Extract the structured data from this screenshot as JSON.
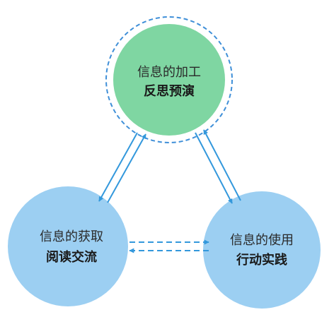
{
  "diagram": {
    "colors": {
      "top_fill": "#7fd6a2",
      "bottom_fill": "#9ccff2",
      "arrow": "#3398dc",
      "dashed_ring": "#3f8fd8",
      "text": "#2a2a2a"
    },
    "nodes": [
      {
        "id": "processing",
        "line1": "信息的加工",
        "line2": "反思预演"
      },
      {
        "id": "acquisition",
        "line1": "信息的获取",
        "line2": "阅读交流"
      },
      {
        "id": "usage",
        "line1": "信息的使用",
        "line2": "行动实践"
      }
    ],
    "edges": [
      {
        "from": "acquisition",
        "to": "processing",
        "style": "solid"
      },
      {
        "from": "processing",
        "to": "acquisition",
        "style": "solid"
      },
      {
        "from": "processing",
        "to": "usage",
        "style": "solid"
      },
      {
        "from": "usage",
        "to": "processing",
        "style": "solid"
      },
      {
        "from": "acquisition",
        "to": "usage",
        "style": "dashed"
      },
      {
        "from": "usage",
        "to": "acquisition",
        "style": "dashed"
      }
    ]
  }
}
